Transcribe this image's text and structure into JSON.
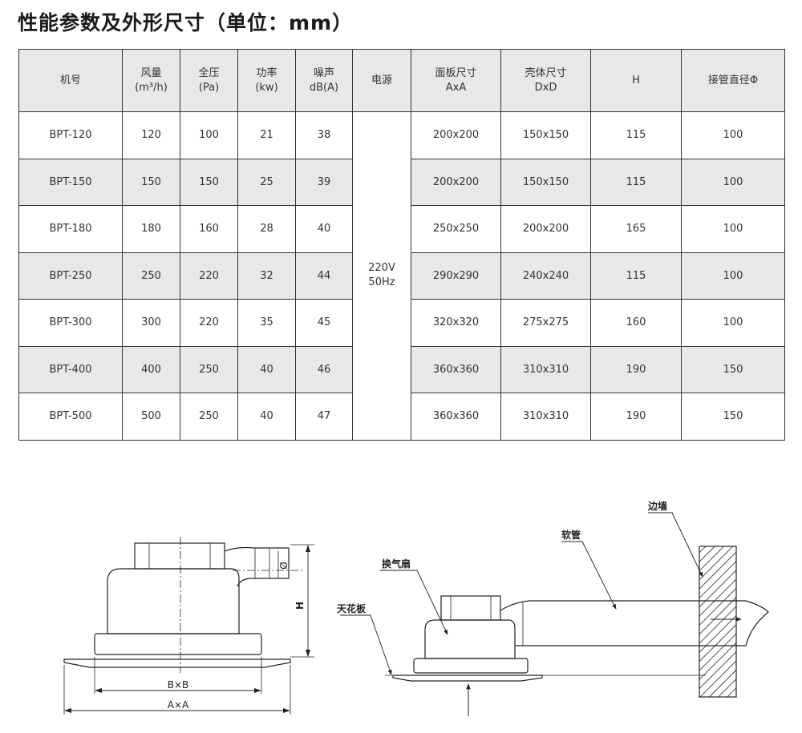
{
  "title": "性能参数及外形尺寸（单位：mm）",
  "table": {
    "headers": [
      {
        "line1": "机号",
        "line2": ""
      },
      {
        "line1": "风量",
        "line2": "(m³/h)"
      },
      {
        "line1": "全压",
        "line2": "(Pa)"
      },
      {
        "line1": "功率",
        "line2": "(kw)"
      },
      {
        "line1": "噪声",
        "line2": "dB(A)"
      },
      {
        "line1": "电源",
        "line2": ""
      },
      {
        "line1": "面板尺寸",
        "line2": "AxA"
      },
      {
        "line1": "壳体尺寸",
        "line2": "DxD"
      },
      {
        "line1": "H",
        "line2": ""
      },
      {
        "line1": "接管直径Φ",
        "line2": ""
      }
    ],
    "power": {
      "line1": "220V",
      "line2": "50Hz"
    },
    "rows": [
      {
        "model": "BPT-120",
        "airflow": "120",
        "pressure": "100",
        "power_kw": "21",
        "noise": "38",
        "panel": "200x200",
        "shell": "150x150",
        "h": "115",
        "pipe": "100"
      },
      {
        "model": "BPT-150",
        "airflow": "150",
        "pressure": "150",
        "power_kw": "25",
        "noise": "39",
        "panel": "200x200",
        "shell": "150x150",
        "h": "115",
        "pipe": "100"
      },
      {
        "model": "BPT-180",
        "airflow": "180",
        "pressure": "160",
        "power_kw": "28",
        "noise": "40",
        "panel": "250x250",
        "shell": "200x200",
        "h": "165",
        "pipe": "100"
      },
      {
        "model": "BPT-250",
        "airflow": "250",
        "pressure": "220",
        "power_kw": "32",
        "noise": "44",
        "panel": "290x290",
        "shell": "240x240",
        "h": "115",
        "pipe": "100"
      },
      {
        "model": "BPT-300",
        "airflow": "300",
        "pressure": "220",
        "power_kw": "35",
        "noise": "45",
        "panel": "320x320",
        "shell": "275x275",
        "h": "160",
        "pipe": "100"
      },
      {
        "model": "BPT-400",
        "airflow": "400",
        "pressure": "250",
        "power_kw": "40",
        "noise": "46",
        "panel": "360x360",
        "shell": "310x310",
        "h": "190",
        "pipe": "150"
      },
      {
        "model": "BPT-500",
        "airflow": "500",
        "pressure": "250",
        "power_kw": "40",
        "noise": "47",
        "panel": "360x360",
        "shell": "310x310",
        "h": "190",
        "pipe": "150"
      }
    ]
  },
  "diagram": {
    "left": {
      "bxb": "B×B",
      "axa": "A×A",
      "h": "H",
      "phi": "Ø"
    },
    "right": {
      "wall": "边墙",
      "hose": "软管",
      "fan": "换气扇",
      "ceiling": "天花板"
    }
  }
}
